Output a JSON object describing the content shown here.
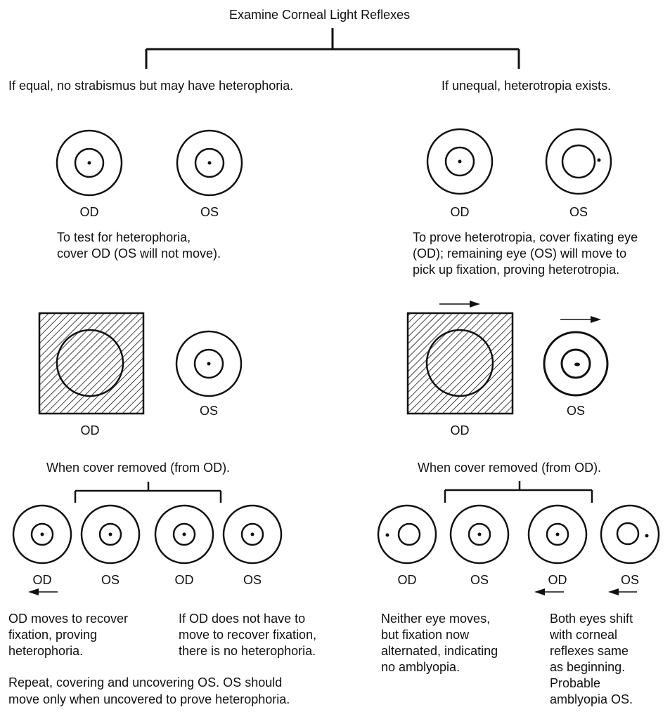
{
  "title": "Examine Corneal Light Reflexes",
  "left": {
    "branch": "If equal, no strabismus but may have heterophoria.",
    "eyes1": [
      "OD",
      "OS"
    ],
    "instruction": [
      "To test for heterophoria,",
      "cover OD (OS will not move)."
    ],
    "cover_labels": [
      "OD",
      "OS"
    ],
    "removed": "When cover removed (from OD).",
    "bottom_labels": [
      "OD",
      "OS",
      "OD",
      "OS"
    ],
    "outcome_a": [
      "OD moves to recover",
      "fixation, proving",
      "heterophoria."
    ],
    "outcome_b": [
      "If OD does not have to",
      "move to recover fixation,",
      "there is no heterophoria."
    ],
    "repeat": [
      "Repeat, covering and uncovering OS. OS should",
      "move only when uncovered to prove heterophoria."
    ]
  },
  "right": {
    "branch": "If unequal, heterotropia exists.",
    "eyes1": [
      "OD",
      "OS"
    ],
    "instruction": [
      "To prove heterotropia, cover fixating eye",
      "(OD); remaining eye (OS) will move to",
      "pick up fixation, proving heterotropia."
    ],
    "cover_labels": [
      "OD",
      "OS"
    ],
    "removed": "When cover removed (from OD).",
    "bottom_labels": [
      "OD",
      "OS",
      "OD",
      "OS"
    ],
    "outcome_a": [
      "Neither eye moves,",
      "but fixation now",
      "alternated, indicating",
      "no amblyopia."
    ],
    "outcome_b": [
      "Both eyes shift",
      "with corneal",
      "reflexes same",
      "as beginning.",
      "Probable",
      "amblyopia OS."
    ]
  },
  "colors": {
    "ink": "#111111",
    "background": "#ffffff"
  }
}
